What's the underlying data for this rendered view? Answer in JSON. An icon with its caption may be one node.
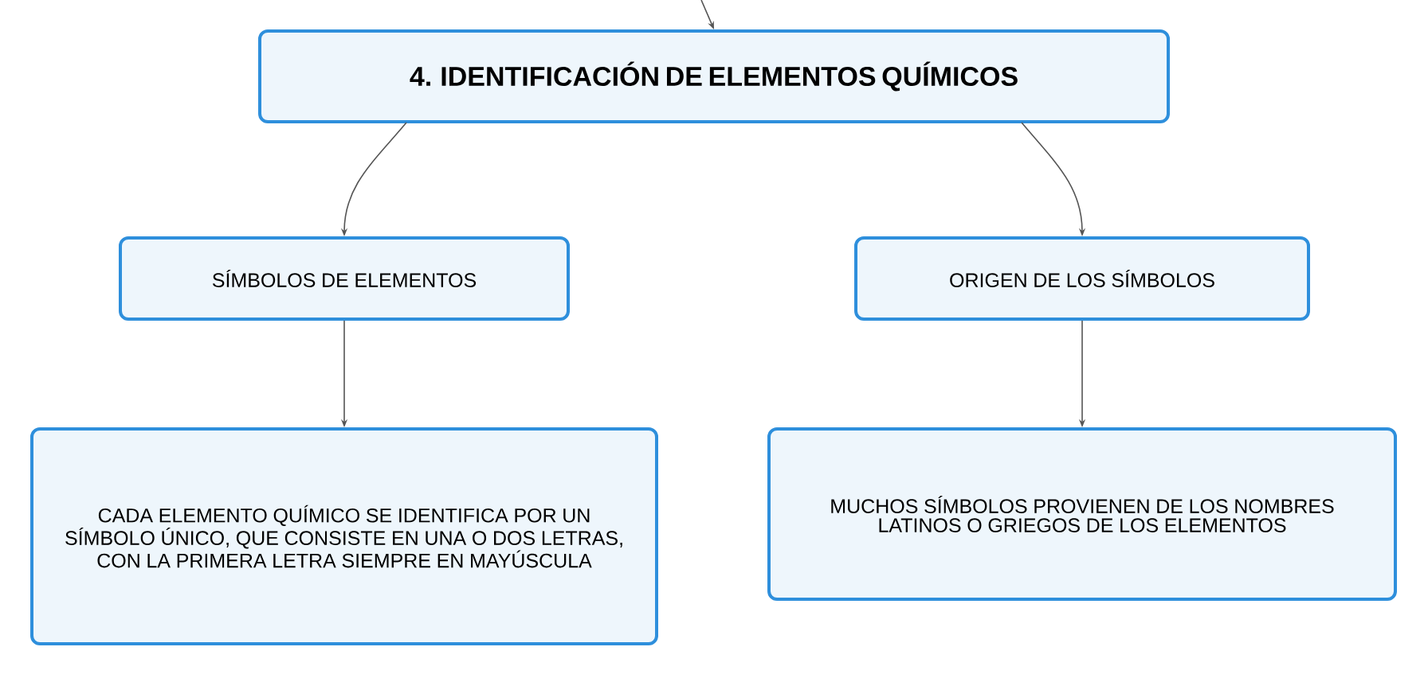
{
  "diagram": {
    "nodes": [
      {
        "text": [
          "4. IDENTIFICACIÓN DE ELEMENTOS QUÍMICOS"
        ]
      },
      {
        "text": [
          "SÍMBOLOS DE ELEMENTOS"
        ]
      },
      {
        "text": [
          "ORIGEN DE LOS SÍMBOLOS"
        ]
      },
      {
        "text": [
          "CADA ELEMENTO QUÍMICO SE IDENTIFICA POR UN SÍMBOLO ÚNICO, QUE CONSISTE EN UNA O DOS LETRAS, CON LA PRIMERA LETRA SIEMPRE EN MAYÚSCULA"
        ]
      },
      {
        "text": [
          "MUCHOS SÍMBOLOS PROVIENEN DE LOS NOMBRES LATINOS O GRIEGOS DE LOS ELEMENTOS"
        ]
      }
    ],
    "edges": [
      {
        "from": null,
        "to": 0,
        "arrow": "to"
      },
      {
        "from": 0,
        "to": 1,
        "arrow": "to"
      },
      {
        "from": 0,
        "to": 2,
        "arrow": "to"
      },
      {
        "from": 1,
        "to": 3,
        "arrow": "to"
      },
      {
        "from": 2,
        "to": 4,
        "arrow": "to"
      }
    ]
  }
}
